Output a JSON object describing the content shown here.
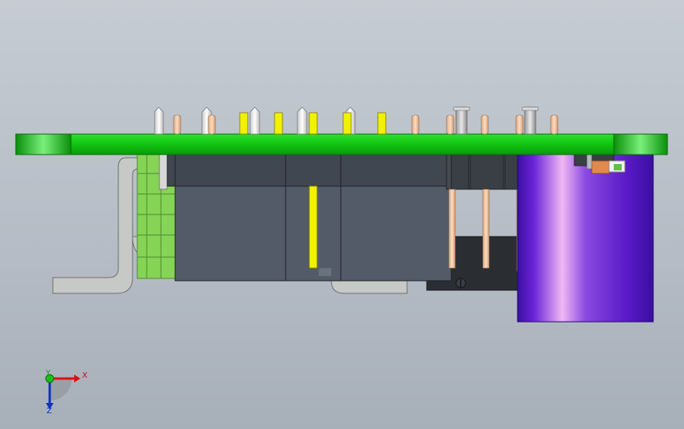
{
  "view": {
    "background_top": "#c6ccd3",
    "background_bottom": "#a7afb9"
  },
  "colors": {
    "pcb": "#11c411",
    "pcb_dark": "#0a8f0a",
    "connector_body": "#505866",
    "header_block": "#3f444c",
    "metal_bracket": "#c5c7c4",
    "terminal_green": "#86d456",
    "pin_yellow": "#f2f200",
    "pin_copper": "#f0c8a0",
    "pin_white": "#f4f4f4",
    "capacitor_purple": "#6a24d8",
    "axis_x": "#e01010",
    "axis_y": "#18c018",
    "axis_z": "#1030c0"
  },
  "triad": {
    "x_label": "X",
    "y_label": "Y",
    "z_label": "Z"
  }
}
